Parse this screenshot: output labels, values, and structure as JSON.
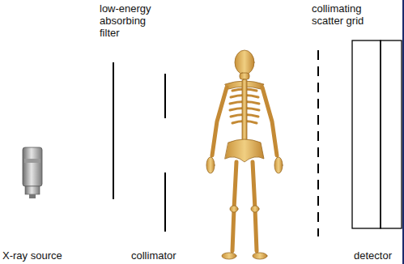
{
  "diagram": {
    "labels": [
      "low-energy absorbing filter",
      "collimating scatter grid",
      "X-ray source",
      "collimator",
      "detector"
    ]
  }
}
